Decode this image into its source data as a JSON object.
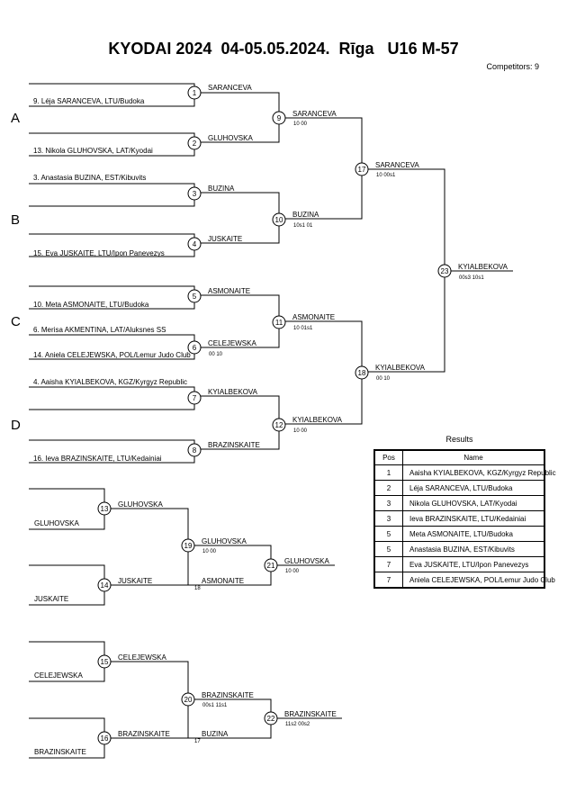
{
  "header": {
    "title": "KYODAI 2024  04-05.05.2024.  Rīga   U16 M-57",
    "competitors": "Competitors: 9"
  },
  "pools": [
    "A",
    "B",
    "C",
    "D"
  ],
  "entries": {
    "e1": "9. Léja SARANCEVA, LTU/Budoka",
    "e2": "13. Nikola GLUHOVSKA, LAT/Kyodai",
    "e3": "3. Anastasia BUZINA, EST/Kibuvits",
    "e4": "15. Eva JUSKAITE, LTU/Ipon Panevezys",
    "e5": "10. Meta ASMONAITE, LTU/Budoka",
    "e6": "6. Merisa AKMENTINA, LAT/Aluksnes SS",
    "e7": "14. Aniela CELEJEWSKA, POL/Lemur Judo Club",
    "e8": "4. Aaisha KYIALBEKOVA, KGZ/Kyrgyz Republic",
    "e9": "16. Ieva BRAZINSKAITE, LTU/Kedainiai"
  },
  "main_bracket": {
    "m1": {
      "num": "1",
      "winner": "SARANCEVA"
    },
    "m2": {
      "num": "2",
      "winner": "GLUHOVSKA"
    },
    "m3": {
      "num": "3",
      "winner": "BUZINA"
    },
    "m4": {
      "num": "4",
      "winner": "JUSKAITE"
    },
    "m5": {
      "num": "5",
      "winner": "ASMONAITE"
    },
    "m6": {
      "num": "6",
      "winner": "CELEJEWSKA",
      "score": "00   10"
    },
    "m7": {
      "num": "7",
      "winner": "KYIALBEKOVA"
    },
    "m8": {
      "num": "8",
      "winner": "BRAZINSKAITE"
    },
    "m9": {
      "num": "9",
      "winner": "SARANCEVA",
      "score": "10   00"
    },
    "m10": {
      "num": "10",
      "winner": "BUZINA",
      "score": "10s1   01"
    },
    "m11": {
      "num": "11",
      "winner": "ASMONAITE",
      "score": "10   01s1"
    },
    "m12": {
      "num": "12",
      "winner": "KYIALBEKOVA",
      "score": "10   00"
    },
    "m17": {
      "num": "17",
      "winner": "SARANCEVA",
      "score": "10   00s1"
    },
    "m18": {
      "num": "18",
      "winner": "KYIALBEKOVA",
      "score": "00   10"
    },
    "m23": {
      "num": "23",
      "winner": "KYIALBEKOVA",
      "score": "00s3   10s1"
    }
  },
  "repechage": {
    "r1": {
      "e1": "GLUHOVSKA",
      "e2": "JUSKAITE",
      "m13": {
        "num": "13",
        "winner": "GLUHOVSKA"
      },
      "m14": {
        "num": "14",
        "winner": "JUSKAITE"
      },
      "m19": {
        "num": "19",
        "winner": "GLUHOVSKA",
        "score": "10   00"
      },
      "m19_loser": "ASMONAITE",
      "m19_loser_note": "18",
      "m21": {
        "num": "21",
        "winner": "GLUHOVSKA",
        "score": "10   00"
      }
    },
    "r2": {
      "e1": "CELEJEWSKA",
      "e2": "BRAZINSKAITE",
      "m15": {
        "num": "15",
        "winner": "CELEJEWSKA"
      },
      "m16": {
        "num": "16",
        "winner": "BRAZINSKAITE"
      },
      "m20": {
        "num": "20",
        "winner": "BRAZINSKAITE",
        "score": "00s1   11s1"
      },
      "m20_loser": "BUZINA",
      "m20_loser_note": "17",
      "m22": {
        "num": "22",
        "winner": "BRAZINSKAITE",
        "score": "11s2   00s2"
      }
    }
  },
  "results": {
    "title": "Results",
    "head_pos": "Pos",
    "head_name": "Name",
    "rows": [
      {
        "pos": "1",
        "name": "Aaisha KYIALBEKOVA, KGZ/Kyrgyz Republic"
      },
      {
        "pos": "2",
        "name": "Léja SARANCEVA, LTU/Budoka"
      },
      {
        "pos": "3",
        "name": "Nikola GLUHOVSKA, LAT/Kyodai"
      },
      {
        "pos": "3",
        "name": "Ieva BRAZINSKAITE, LTU/Kedainiai"
      },
      {
        "pos": "5",
        "name": "Meta ASMONAITE, LTU/Budoka"
      },
      {
        "pos": "5",
        "name": "Anastasia BUZINA, EST/Kibuvits"
      },
      {
        "pos": "7",
        "name": "Eva JUSKAITE, LTU/Ipon Panevezys"
      },
      {
        "pos": "7",
        "name": "Aniela CELEJEWSKA, POL/Lemur Judo Club"
      }
    ]
  }
}
